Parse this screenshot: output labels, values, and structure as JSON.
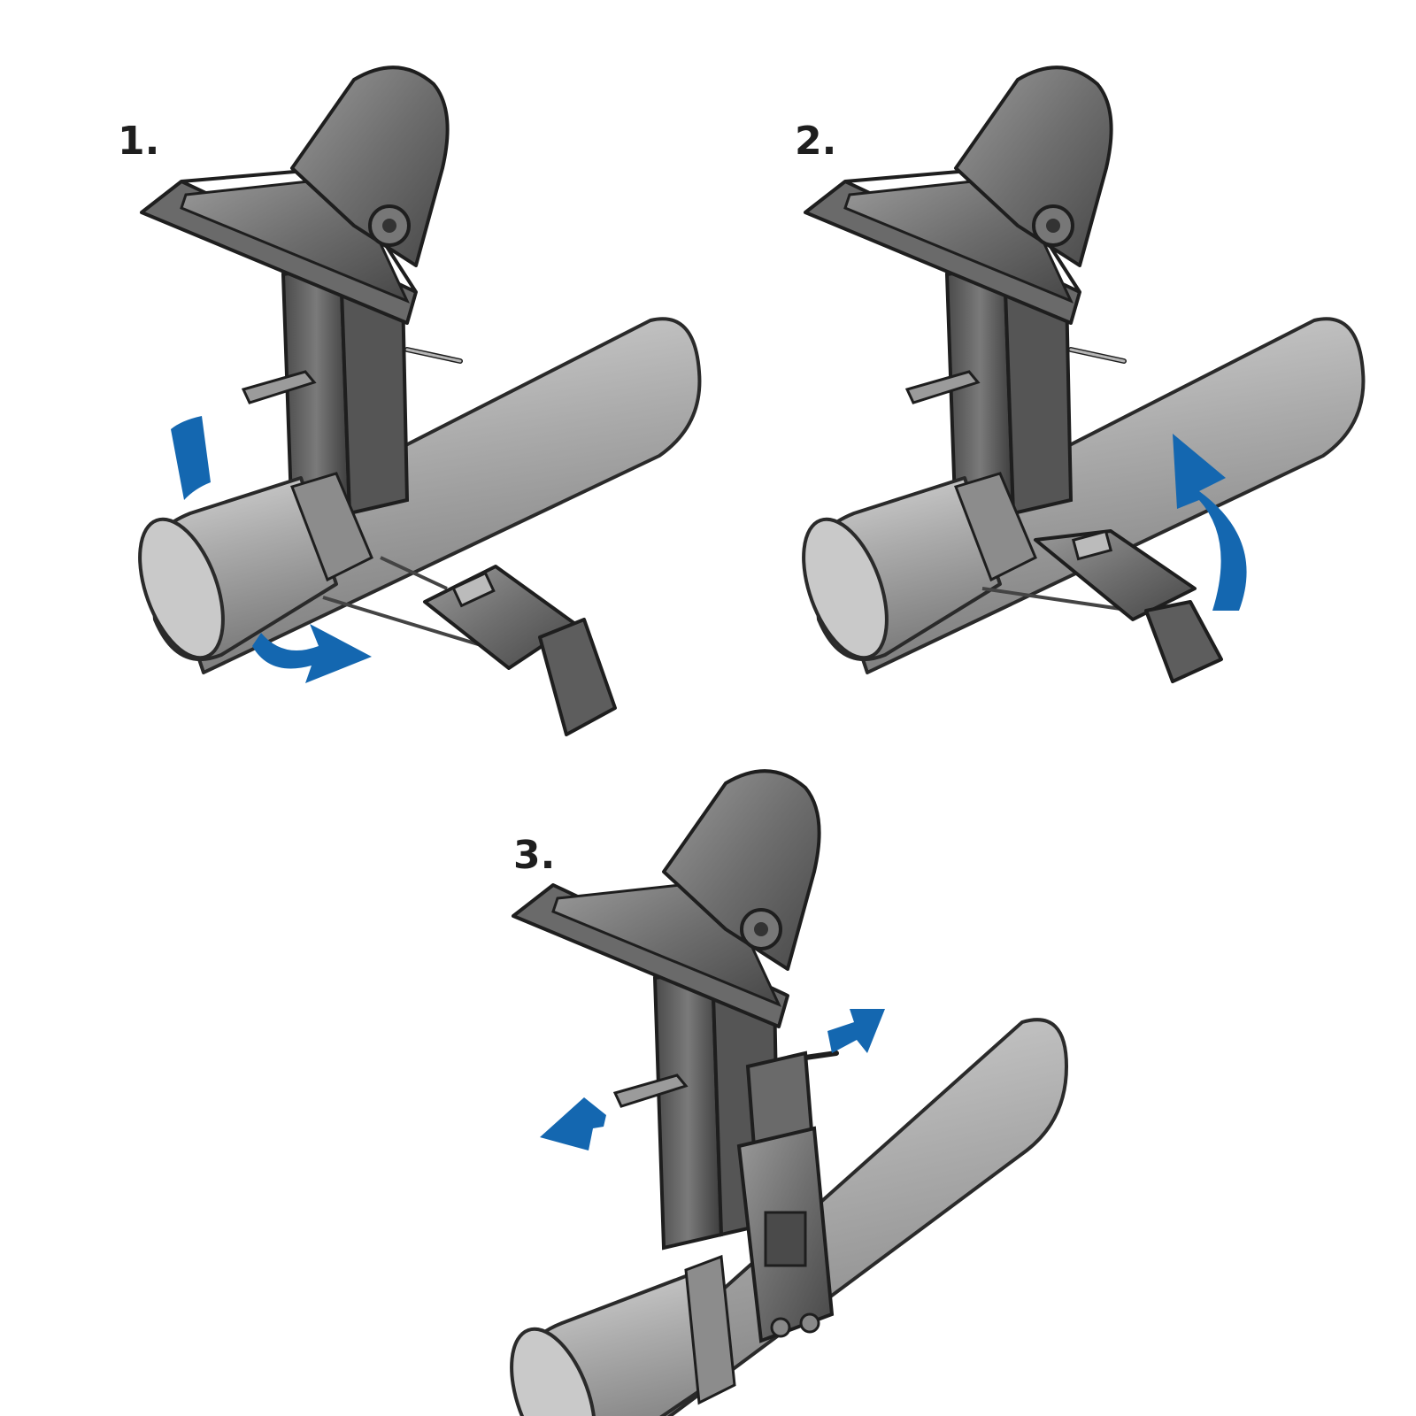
{
  "steps": [
    {
      "number": "1.",
      "arrows": [
        "strap-rotate-down-arrow",
        "strap-wrap-under-arrow"
      ]
    },
    {
      "number": "2.",
      "arrows": [
        "lever-lift-up-arrow"
      ]
    },
    {
      "number": "3.",
      "arrows": [
        "pull-left-arrow",
        "pull-right-arrow"
      ]
    }
  ],
  "colors": {
    "arrow": "#1467b0",
    "outline": "#1e1e1e",
    "pipe": "#a9a9a9",
    "clamp": "#5a5a5a"
  }
}
